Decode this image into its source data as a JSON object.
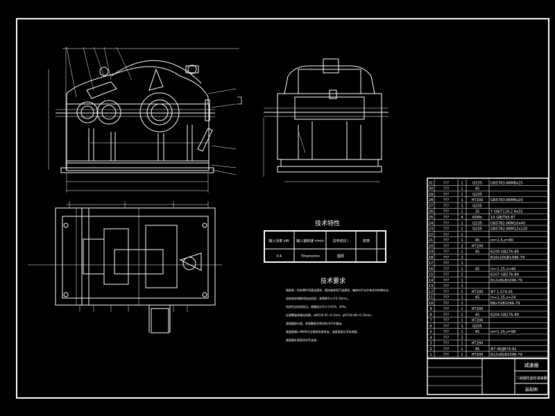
{
  "spec_table": {
    "title": "技术特性",
    "headers": [
      "输入功率 kW",
      "输入轴转速 r/min",
      "总传动比 i",
      "效率"
    ],
    "values": [
      "3.4",
      "70rpm/min",
      "圆周",
      ""
    ]
  },
  "tech_req": {
    "title": "技术要求",
    "lines": [
      "装配前，所有零件用煤油清洗，滚动轴承用汽油清洗，箱体内不允许有任何杂物存在。",
      "齿轮啮合侧隙用铅丝检验，其侧隙不小于0.16mm。",
      "用涂色法检验斑点，接触斑点不小于45%、50%。",
      "应调整轴承轴向间隙，φ40为0.05~0.1mm，φ55为0.08~0.15mm。",
      "减速器剖分面、各接触面及密封处均不许漏油。",
      "减速器装L-AN68号全损耗系统用油，油面高度为浮标刻度。",
      "减速器外表面涂灰色油漆。"
    ]
  },
  "bom_rows": [
    [
      "31",
      "???",
      "1",
      "Q235",
      "GB5783-86M8x25"
    ],
    [
      "30",
      "???",
      "1",
      "45",
      ""
    ],
    [
      "29",
      "???",
      "1",
      "Q235",
      ""
    ],
    [
      "28",
      "???",
      "1",
      "HT200",
      "GB5783-86M6x20"
    ],
    [
      "27",
      "???",
      "1",
      "Q235",
      ""
    ],
    [
      "26",
      "???",
      "1",
      "35",
      "Y GB/T119.2 8x32"
    ],
    [
      "25",
      "???",
      "4",
      "65Mn",
      "10 GB/T93-87"
    ],
    [
      "24",
      "???",
      "1",
      "Q235",
      "GB5782-86M10x40"
    ],
    [
      "23",
      "???",
      "2",
      "Q235",
      "GB5782-86M12x120"
    ],
    [
      "22",
      "???",
      "1",
      "",
      ""
    ],
    [
      "21",
      "???",
      "1",
      "45",
      "m=1.5,z=80"
    ],
    [
      "20",
      "???",
      "2",
      "HT200",
      ""
    ],
    [
      "19",
      "???",
      "1",
      "45",
      "6209 GB276-89"
    ],
    [
      "18",
      "???",
      "2",
      "",
      "B16x10GB1096-79"
    ],
    [
      "17",
      "???",
      "1",
      "",
      ""
    ],
    [
      "16",
      "???",
      "1",
      "45",
      "m=1.25,z=46"
    ],
    [
      "15",
      "???",
      "2",
      "",
      "6207 GB276-89"
    ],
    [
      "14",
      "???",
      "1",
      "",
      "B12x8GB1096-79"
    ],
    [
      "13",
      "???",
      "1",
      "",
      ""
    ],
    [
      "12",
      "???",
      "1",
      "HT200",
      "Φ7 1.574-91"
    ],
    [
      "11",
      "???",
      "1",
      "45",
      "m=1.25,z=24"
    ],
    [
      "10",
      "???",
      "1",
      "",
      "B8x7GB1096-79"
    ],
    [
      "9",
      "???",
      "1",
      "HT200",
      ""
    ],
    [
      "8",
      "???",
      "1",
      "45",
      "6204 GB276-89"
    ],
    [
      "7",
      "???",
      "1",
      "HT200",
      ""
    ],
    [
      "6",
      "???",
      "1",
      "Q235",
      ""
    ],
    [
      "5",
      "???",
      "1",
      "45",
      "m=1.25,z=98"
    ],
    [
      "4",
      "???",
      "2",
      "",
      ""
    ],
    [
      "3",
      "???",
      "1",
      "HT200",
      ""
    ],
    [
      "2",
      "???",
      "1",
      "45",
      "Φ7 4E/JB74-91"
    ],
    [
      "1",
      "???",
      "1",
      "HT200",
      "B12x8GB1096-79"
    ]
  ],
  "title_block": {
    "name": "减速器",
    "subtitle": "二级圆柱齿轮减速器",
    "sheet": "装配图"
  },
  "colors": {
    "line": "#ffffff",
    "background": "#000000"
  }
}
